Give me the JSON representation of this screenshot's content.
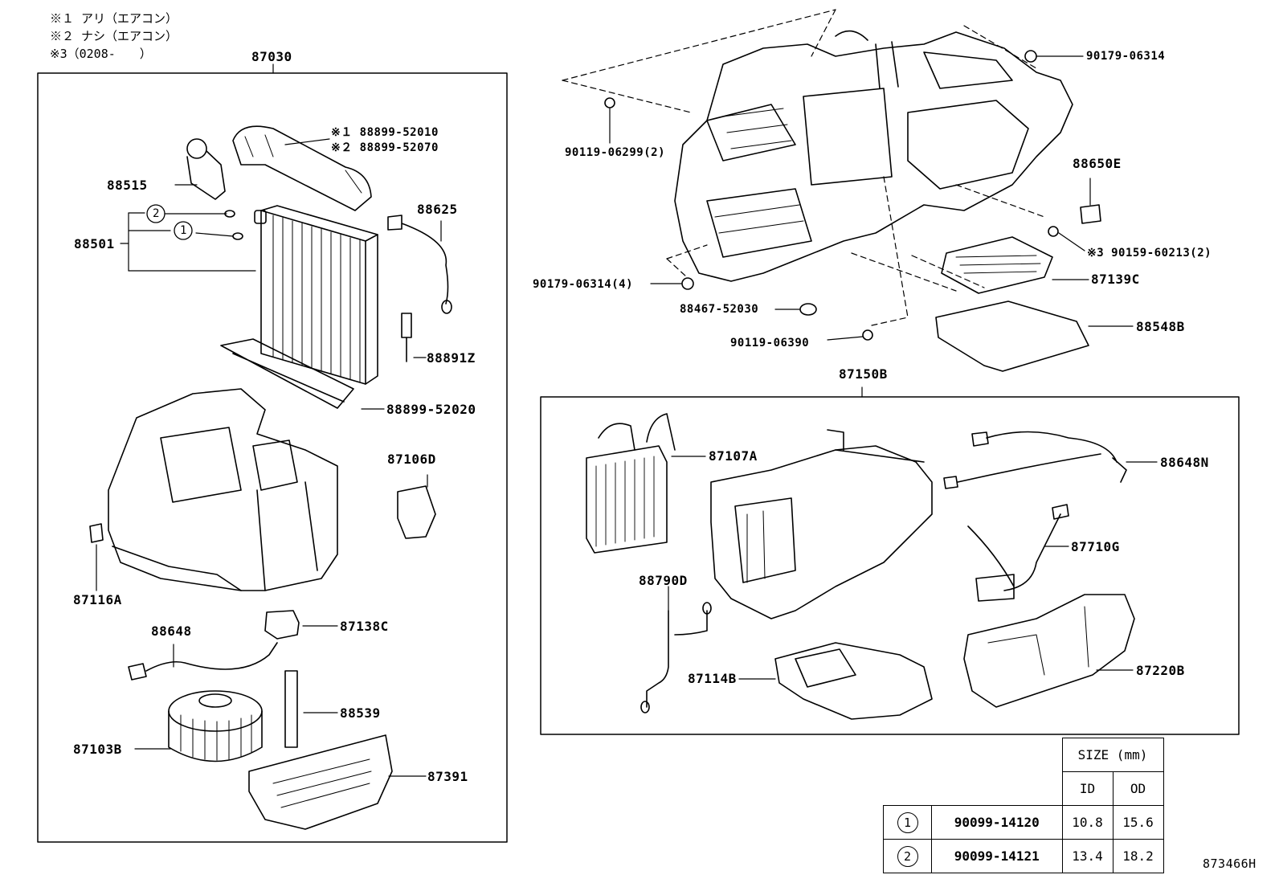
{
  "notes": [
    "※１ アリ（エアコン）",
    "※２ ナシ（エアコン）",
    "※3（0208-　　）"
  ],
  "left_group": {
    "title": "87030",
    "labels": {
      "p88899_52010": "※１ 88899-52010",
      "p88899_52070": "※２ 88899-52070",
      "p88515": "88515",
      "p88501": "88501",
      "p88625": "88625",
      "p88891z": "88891Z",
      "p88899_52020": "88899-52020",
      "p87106d": "87106D",
      "p87116a": "87116A",
      "p88648": "88648",
      "p87138c": "87138C",
      "p88539": "88539",
      "p87103b": "87103B",
      "p87391": "87391",
      "ref2": "2",
      "ref1": "1"
    }
  },
  "top_right": {
    "labels": {
      "p90179_06314": "90179-06314",
      "p90119_06299": "90119-06299(2)",
      "p88650e": "88650E",
      "p90159_60213": "※3 90159-60213(2)",
      "p90179_06314_4": "90179-06314(4)",
      "p87139c": "87139C",
      "p88467_52030": "88467-52030",
      "p88548b": "88548B",
      "p90119_06390": "90119-06390"
    }
  },
  "right_group": {
    "title": "87150B",
    "labels": {
      "p87107a": "87107A",
      "p88648n": "88648N",
      "p87710g": "87710G",
      "p88790d": "88790D",
      "p87114b": "87114B",
      "p87220b": "87220B"
    }
  },
  "size_table": {
    "header": "SIZE (mm)",
    "col_id": "ID",
    "col_od": "OD",
    "rows": [
      {
        "ref": "1",
        "part": "90099-14120",
        "id": "10.8",
        "od": "15.6"
      },
      {
        "ref": "2",
        "part": "90099-14121",
        "id": "13.4",
        "od": "18.2"
      }
    ]
  },
  "diagram_id": "873466H"
}
